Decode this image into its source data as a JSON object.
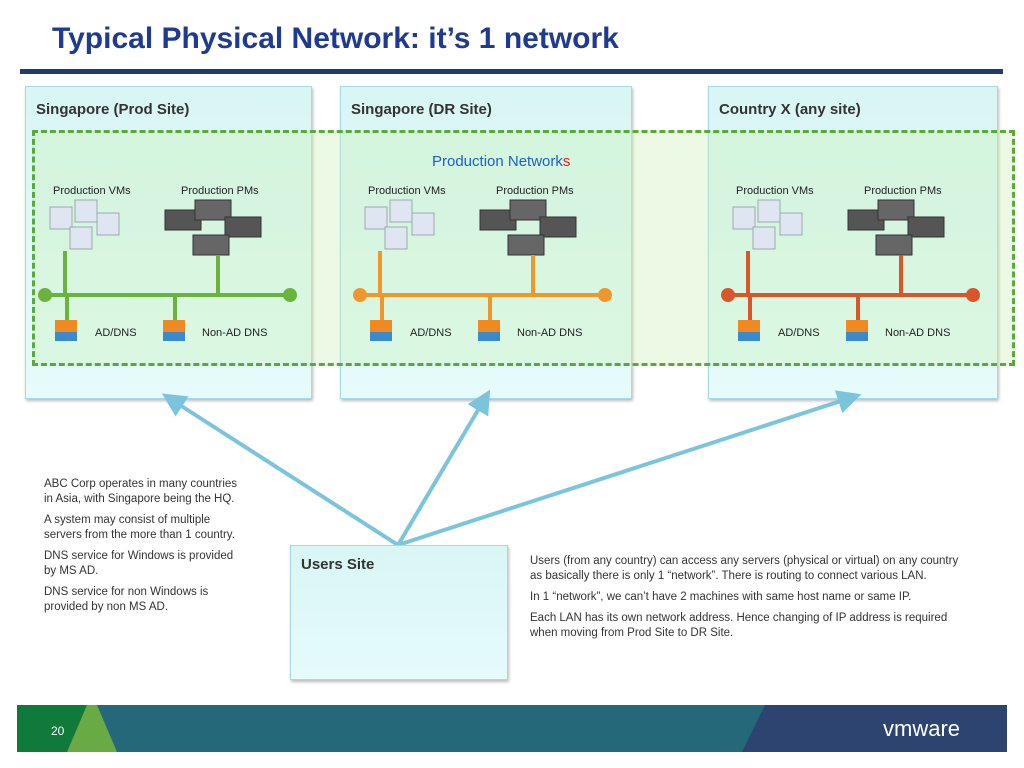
{
  "title": "Typical Physical Network: it’s 1 network",
  "sites": [
    {
      "name": "Singapore (Prod Site)",
      "vms": "Production VMs",
      "pms": "Production PMs",
      "ad": "AD/DNS",
      "nonad": "Non-AD DNS",
      "color": "#6ab43e"
    },
    {
      "name": "Singapore (DR Site)",
      "vms": "Production VMs",
      "pms": "Production PMs",
      "ad": "AD/DNS",
      "nonad": "Non-AD DNS",
      "color": "#f0962a"
    },
    {
      "name": "Country X (any site)",
      "vms": "Production VMs",
      "pms": "Production PMs",
      "ad": "AD/DNS",
      "nonad": "Non-AD DNS",
      "color": "#d9552a"
    }
  ],
  "production_networks": {
    "main": "Production Network",
    "suffix": "s"
  },
  "users_site": "Users Site",
  "left_notes": [
    "ABC Corp operates in many countries in Asia, with Singapore being the HQ.",
    "A system may consist of multiple servers from the more than 1 country.",
    "DNS service for Windows is provided by MS AD.",
    "DNS service for non Windows is provided by non MS AD."
  ],
  "right_notes": [
    "Users (from any country) can access any servers (physical or virtual) on any country as basically there is only 1 “network”. There is routing to connect various LAN.",
    "In 1 “network”, we can’t have 2 machines with same host name or same IP.",
    "Each LAN has its own network address. Hence changing of IP address is required when moving from Prod Site to DR Site."
  ],
  "footer": {
    "page": "20",
    "logo": "vmware"
  }
}
